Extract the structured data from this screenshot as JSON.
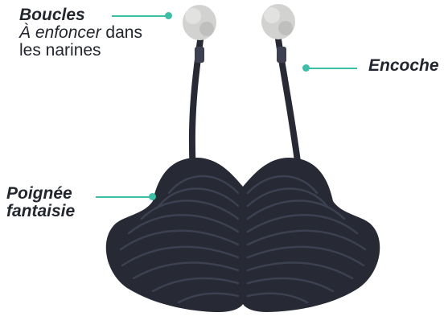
{
  "annotations": {
    "boucles": {
      "title": "Boucles",
      "desc_line1_italic": "À enfoncer",
      "desc_line1_rest": " dans",
      "desc_line2": "les narines"
    },
    "encoche": {
      "title": "Encoche"
    },
    "poignee": {
      "title_line1": "Poignée",
      "title_line2": "fantaisie"
    }
  },
  "colors": {
    "accent": "#3bbfa6",
    "product": "#272a34",
    "product_highlight": "#3c4050",
    "text": "#23252f",
    "tip": "#d2d2d0"
  },
  "icons": {
    "product": "mustache-nose-clip"
  }
}
